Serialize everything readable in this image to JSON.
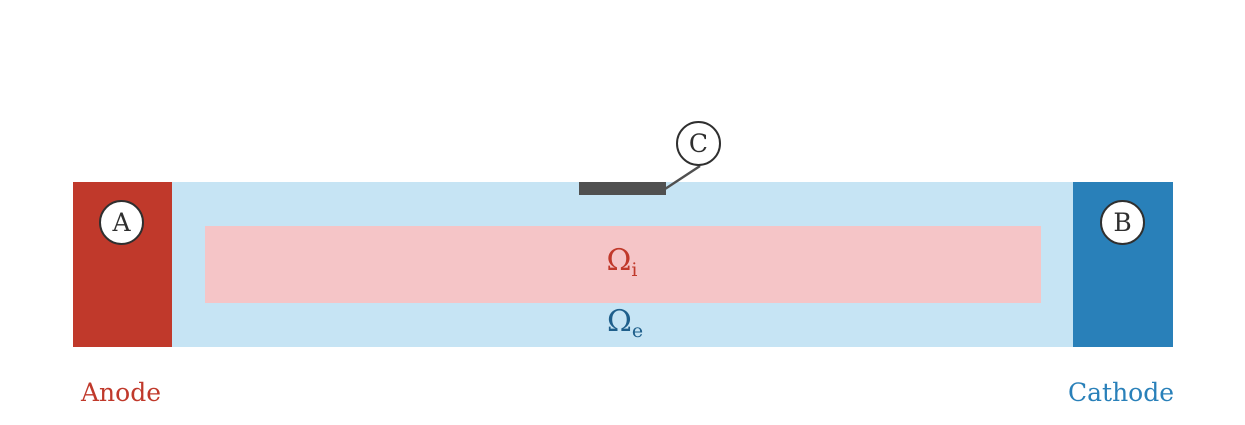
{
  "markers": {
    "a": "A",
    "b": "B",
    "c": "C"
  },
  "regions": {
    "inner": {
      "symbol": "Ω",
      "subscript": "i"
    },
    "outer": {
      "symbol": "Ω",
      "subscript": "e"
    }
  },
  "labels": {
    "anode": "Anode",
    "cathode": "Cathode"
  },
  "colors": {
    "anode": "#c0392b",
    "cathode": "#2980b9",
    "electrolyte": "#c6e4f4",
    "inner_region": "#f5c5c7",
    "electrode_c": "#505050",
    "marker_outline": "#2f2f2f"
  }
}
